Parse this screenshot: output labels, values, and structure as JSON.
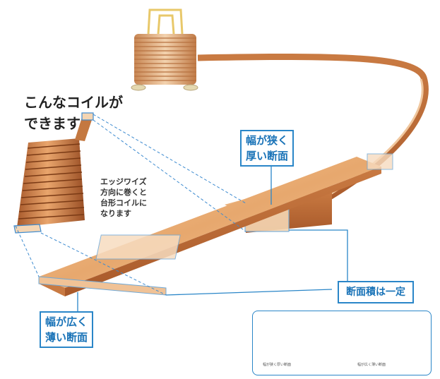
{
  "heading": {
    "line1": "こんなコイルが",
    "line2": "できます"
  },
  "coil_note": {
    "line1": "エッジワイズ",
    "line2": "方向に巻くと",
    "line3": "台形コイルに",
    "line4": "なります"
  },
  "callout_narrow": {
    "line1": "幅が狭く",
    "line2": "厚い断面"
  },
  "callout_wide": {
    "line1": "幅が広く",
    "line2": "薄い断面"
  },
  "callout_constant": "断面積は一定",
  "legend": {
    "left_caption": "幅が狭く厚い断面",
    "right_caption": "幅が広く薄い断面"
  },
  "colors": {
    "accent_blue": "#2a86c8",
    "copper": "#d9955a",
    "copper_dark": "#b96a36"
  }
}
